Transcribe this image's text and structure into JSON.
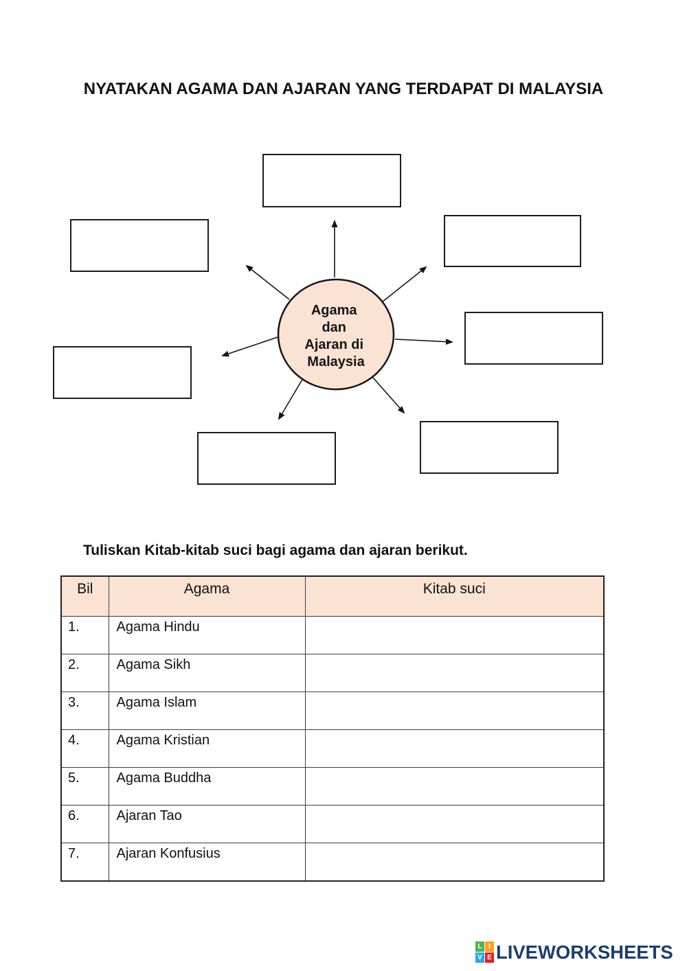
{
  "page": {
    "title": "NYATAKAN AGAMA DAN AJARAN YANG TERDAPAT DI MALAYSIA"
  },
  "diagram": {
    "center": {
      "lines": [
        "Agama",
        "dan",
        "Ajaran di",
        "Malaysia"
      ],
      "fill_color": "#fae3d3"
    },
    "answer_box_count": 7
  },
  "section2": {
    "instruction": "Tuliskan Kitab-kitab suci bagi agama dan ajaran berikut."
  },
  "table": {
    "header": {
      "bil": "Bil",
      "agama": "Agama",
      "kitab": "Kitab suci"
    },
    "header_bg": "#fae3d3",
    "rows": [
      {
        "bil": "1.",
        "agama": "Agama Hindu",
        "kitab": ""
      },
      {
        "bil": "2.",
        "agama": "Agama Sikh",
        "kitab": ""
      },
      {
        "bil": "3.",
        "agama": "Agama Islam",
        "kitab": ""
      },
      {
        "bil": "4.",
        "agama": "Agama Kristian",
        "kitab": ""
      },
      {
        "bil": "5.",
        "agama": "Agama Buddha",
        "kitab": ""
      },
      {
        "bil": "6.",
        "agama": "Ajaran Tao",
        "kitab": ""
      },
      {
        "bil": "7.",
        "agama": "Ajaran Konfusius",
        "kitab": ""
      }
    ]
  },
  "footer": {
    "logo_text": "LIVEWORKSHEETS",
    "logo_color": "#1e3d6e",
    "grid_letters": [
      {
        "letter": "L",
        "color": "#52b153"
      },
      {
        "letter": "I",
        "color": "#f9a11b"
      },
      {
        "letter": "V",
        "color": "#29abe2"
      },
      {
        "letter": "E",
        "color": "#ed1c24"
      }
    ]
  }
}
